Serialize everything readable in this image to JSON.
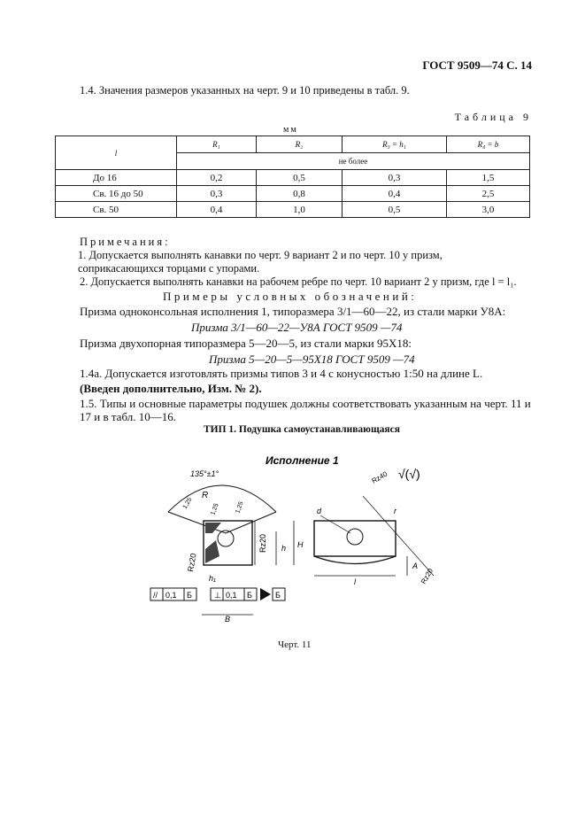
{
  "header": {
    "doc_ref": "ГОСТ 9509—74 С. 14"
  },
  "section_1_4": "1.4. Значения размеров указанных на черт. 9 и 10 приведены в табл. 9.",
  "table": {
    "caption": "Таблица 9",
    "unit": "мм",
    "col_l": "l",
    "headers": [
      "R₁",
      "R₂",
      "R₃ = h₁",
      "R₄ = b"
    ],
    "subheader": "не более",
    "rows": [
      {
        "label": "До 16",
        "values": [
          "0,2",
          "0,5",
          "0,3",
          "1,5"
        ]
      },
      {
        "label": "Св. 16 до 50",
        "values": [
          "0,3",
          "0,8",
          "0,4",
          "2,5"
        ]
      },
      {
        "label": "Св. 50",
        "values": [
          "0,4",
          "1,0",
          "0,5",
          "3,0"
        ]
      }
    ]
  },
  "notes": {
    "title": "Примечания:",
    "n1": "1. Допускается выполнять канавки по черт. 9 вариант 2 и по черт. 10 у призм, соприкасающихся торцами с упорами.",
    "n2": "2. Допускается выполнять канавки на рабочем ребре по черт. 10 вариант 2 у призм, где  l = l₁."
  },
  "examples": {
    "title": "Примеры условных обозначений:",
    "e1_text": "Призма одноконсольная исполнения 1, типоразмера 3/1—60—22, из стали марки У8А:",
    "e1_code": "Призма 3/1—60—22—У8А ГОСТ 9509 —74",
    "e2_text": "Призма двухопорная типоразмера 5—20—5, из стали марки 95Х18:",
    "e2_code": "Призма 5—20—5—95Х18 ГОСТ 9509 —74"
  },
  "section_1_4a": "1.4а. Допускается изготовлять призмы типов 3 и 4 с конусностью 1:50 на длине L.",
  "amendment": "(Введен дополнительно, Изм. № 2).",
  "section_1_5": "1.5. Типы и основные параметры подушек должны соответствовать указанным на черт. 11 и 17 и в табл. 10—16.",
  "type_title": "ТИП 1. Подушка самоустанавливающаяся",
  "drawing": {
    "variant": "Исполнение 1",
    "angle": "135°±1°",
    "labels": {
      "R": "R",
      "d": "d",
      "H": "H",
      "h": "h",
      "h1": "h₁",
      "B": "B",
      "l": "l",
      "A": "A",
      "r": "r",
      "rz40": "Rz40",
      "rz20a": "Rz20",
      "rz20b": "Rz20",
      "rz20c": "Rz20",
      "v125a": "1,25",
      "v125b": "1,25",
      "v125c": "1,25",
      "tol1_sym": "//",
      "tol1_val": "0,1",
      "tol1_base": "Б",
      "tol2_sym": "⊥",
      "tol2_val": "0,1",
      "tol2_base": "Б",
      "datum": "Б"
    }
  },
  "figure_caption": "Черт. 11"
}
